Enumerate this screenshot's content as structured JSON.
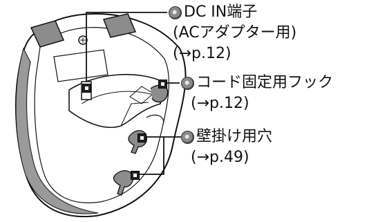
{
  "labels": {
    "dc_in": {
      "title": "DC IN端子",
      "sub1": "(ACアダプター用)",
      "sub2": "(→p.12)"
    },
    "cord_hook": {
      "title": "コード固定用フック",
      "sub1": "(→p.12)"
    },
    "wall_hole": {
      "title": "壁掛け用穴",
      "sub1": "(→p.49)"
    }
  },
  "colors": {
    "line": "#111111",
    "body_fill": "#ffffff",
    "shade": "#9a9a9a",
    "bullet": "#6e6e6e"
  }
}
